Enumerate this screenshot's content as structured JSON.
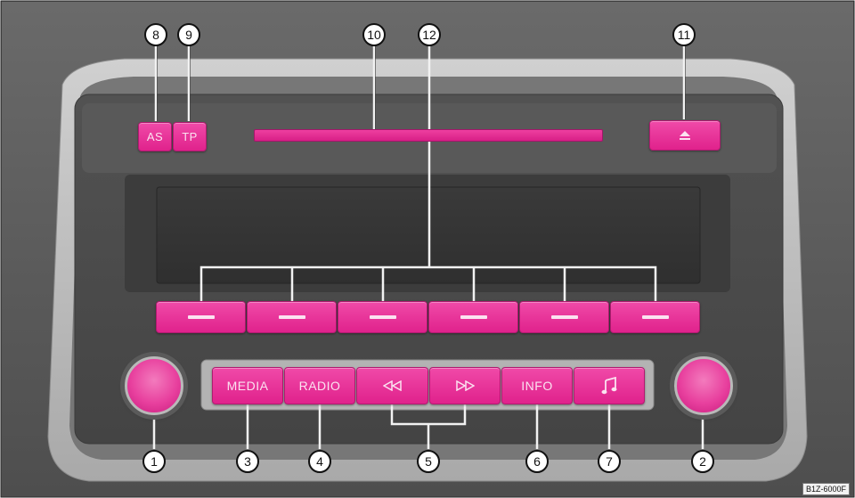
{
  "colors": {
    "accent": "#e8309a",
    "accent_text": "#fbe2f0",
    "panel_dark": "#4a4a4a",
    "bezel_light": "#bdbdbd"
  },
  "buttons": {
    "as": "AS",
    "tp": "TP",
    "media": "MEDIA",
    "radio": "RADIO",
    "info": "INFO"
  },
  "icons": {
    "eject": "eject-icon",
    "rewind": "rewind-icon",
    "fast_forward": "fast-forward-icon",
    "music_note": "music-note-icon"
  },
  "preset_buttons_count": 6,
  "callouts": {
    "c1": "1",
    "c2": "2",
    "c3": "3",
    "c4": "4",
    "c5": "5",
    "c6": "6",
    "c7": "7",
    "c8": "8",
    "c9": "9",
    "c10": "10",
    "c11": "11",
    "c12": "12"
  },
  "reference_code": "B1Z-6000F"
}
